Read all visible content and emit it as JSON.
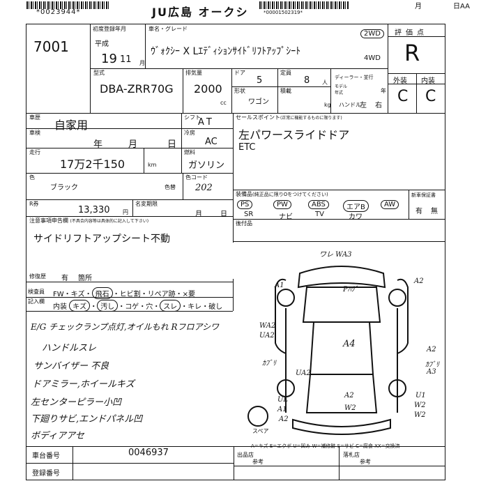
{
  "header": {
    "lot_barcode_number": "*0023944*",
    "auction_name": "JU広島 オークシ",
    "serial_barcode_number": "*00001502319*",
    "month_label": "月",
    "day_label": "日AA"
  },
  "lot": {
    "number": "7001"
  },
  "registration": {
    "label": "初度登録年月",
    "era": "平成",
    "year": "19",
    "month": "11",
    "month_unit": "月"
  },
  "vehicle": {
    "name_label": "車名・グレード",
    "name": "ｳﾞｫｸｼｰ X Lｴﾃﾞｨｼｮﾝｻｲﾄﾞﾘﾌﾄｱｯﾌﾟｼｰﾄ",
    "drive_2wd": "2WD",
    "drive_4wd": "4WD"
  },
  "rating": {
    "label": "評価点",
    "score": "R",
    "exterior_label": "外装",
    "interior_label": "内装",
    "exterior": "C",
    "interior": "C"
  },
  "specs": {
    "model_label": "型式",
    "model": "DBA-ZRR70G",
    "displacement_label": "排気量",
    "displacement": "2000",
    "displacement_unit": "cc",
    "doors_label": "ドア",
    "doors": "5",
    "capacity_label": "定員",
    "capacity": "8",
    "capacity_unit": "人",
    "dealer_label": "ディーラー・並行",
    "model_year_label": "モデル年式",
    "model_year_unit": "年",
    "shape_label": "形状",
    "shape": "ワゴン",
    "load_label": "積載",
    "load_unit": "kg",
    "handle_label": "ハンドル",
    "handle_left": "左",
    "handle_right": "右"
  },
  "usage": {
    "label": "車歴",
    "value": "自家用"
  },
  "shift": {
    "label": "シフト",
    "value": "AT"
  },
  "inspection": {
    "label": "車検",
    "year_unit": "年",
    "month_unit": "月",
    "day_unit": "日"
  },
  "ac": {
    "label": "冷房",
    "value": "AC"
  },
  "mileage": {
    "label": "走行",
    "value": "17万2千150",
    "unit": "km"
  },
  "fuel": {
    "label": "燃料",
    "value": "ガソリン"
  },
  "color": {
    "label": "色",
    "value": "ブラック",
    "change_label": "色替",
    "code_label": "色コード",
    "code": "202"
  },
  "recycle": {
    "label": "R券",
    "value": "13,330",
    "unit": "円",
    "transfer_label": "名変期限",
    "month_unit": "月",
    "day_unit": "日"
  },
  "selling_points": {
    "label": "セールスポイント",
    "note": "(正常に機能するものに限ります)",
    "items": [
      "左パワースライドドア",
      "ETC"
    ]
  },
  "equipment": {
    "label": "装備品",
    "note": "(純正品に限りOをつけてください)",
    "items": [
      "PS",
      "PW",
      "ABS",
      "エアB",
      "AW"
    ],
    "items2": [
      "SR",
      "ナビ",
      "TV",
      "カワ"
    ],
    "circled": [
      "PS",
      "PW",
      "ABS",
      "エアB",
      "AW"
    ]
  },
  "owner_manual": {
    "label": "新車保証書",
    "yes": "有",
    "no": "無"
  },
  "post_install": {
    "label": "後付品"
  },
  "notes": {
    "label": "注意事項申告欄",
    "sub": "(不具合内容等は具体的に記入して下さい)",
    "text": "サイドリフトアップシート不動"
  },
  "repair_history": {
    "label": "修復歴",
    "value": "有",
    "location_label": "箇所"
  },
  "inspector_remarks": {
    "label1": "検査員",
    "label2": "記入欄",
    "row1": [
      "FW",
      "キズ",
      "飛石",
      "ヒビ割",
      "リペア跡",
      "×要"
    ],
    "row2_head": "内装",
    "row2": [
      "キズ",
      "汚し",
      "コゲ",
      "穴",
      "スレ",
      "キレ",
      "破し"
    ],
    "handwritten": [
      "E/G チェックランプ点灯,オイルもれ Rフロアシワ",
      "ハンドルスレ",
      "サンバイザー 不良",
      "ドアミラー,ホイールキズ",
      "左センターピラー小凹",
      "下廻りサビ,エンドパネル凹",
      "ボディアアセ"
    ]
  },
  "diagram": {
    "marks": [
      "ワレ WA3",
      "A1",
      "A2",
      "Pﾊｸﾞ",
      "WA2",
      "UA2",
      "A4",
      "A2",
      "ｶﾌﾞﾘ",
      "A3",
      "UA2",
      "ｶﾌﾞﾘ",
      "A2",
      "W2",
      "UL",
      "A1",
      "A2",
      "W2",
      "U1",
      "W2"
    ],
    "spare_label": "スペア",
    "legend": "A=キズ E=エクボ U=凹み W=補修跡 S=サビ C=腐食 XX=交換済"
  },
  "footer": {
    "chassis_label": "車台番号",
    "chassis": "0046937",
    "register_label": "登録番号",
    "seller_label": "出品店",
    "buyer_label": "落札店",
    "seal_label": "参考"
  }
}
